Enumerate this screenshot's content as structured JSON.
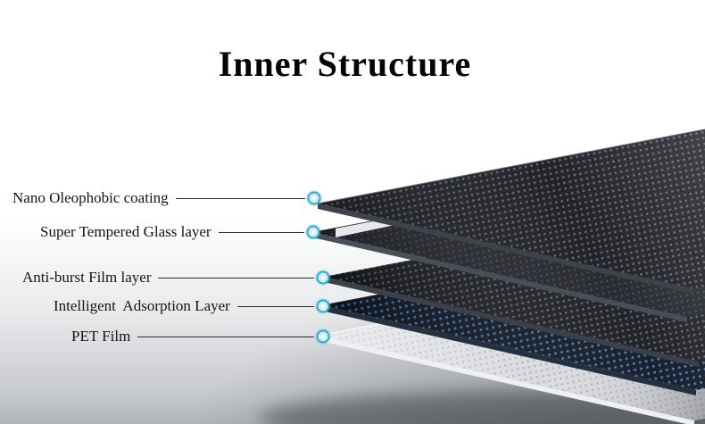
{
  "title": "Inner Structure",
  "callouts": [
    {
      "label": "Nano Oleophobic coating"
    },
    {
      "label": "Super Tempered Glass layer"
    },
    {
      "label": "Anti-burst Film layer"
    },
    {
      "label": "Intelligent  Adsorption Layer"
    },
    {
      "label": "PET Film"
    }
  ],
  "colors": {
    "marker_ring": "#35aacb",
    "marker_fill": "#cdeef7",
    "callout_line": "#2d2d2d",
    "layer_dark": "#16181d",
    "layer_dot": "#5a616b",
    "adsorption_dot": "#3678c8",
    "glass_edge": "#e6e8eb",
    "pet_layer": "#d9dbde",
    "background_top": "#ffffff",
    "background_bottom": "#b1b5b9"
  }
}
